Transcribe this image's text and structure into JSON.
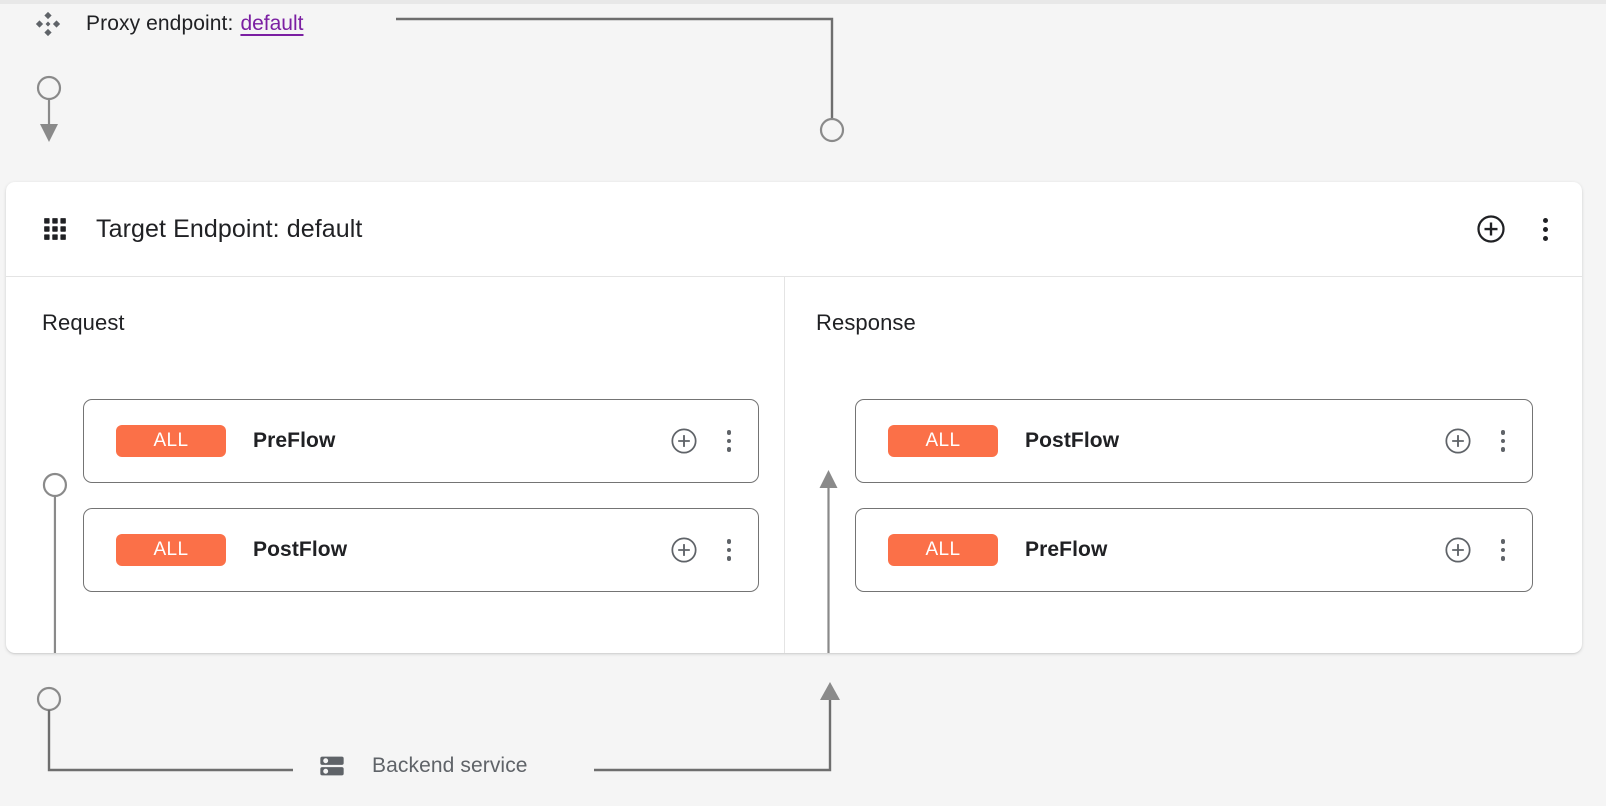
{
  "colors": {
    "canvas_bg": "#f5f5f5",
    "panel_bg": "#ffffff",
    "badge_orange": "#fb7048",
    "link_purple": "#7b1fa2",
    "wire_gray": "#6e6e6e",
    "text_primary": "#202124",
    "text_muted": "#5f6368"
  },
  "proxy": {
    "icon": "proxy-endpoint-icon",
    "label": "Proxy endpoint:",
    "value": "default"
  },
  "target_panel": {
    "icon": "apps-grid-icon",
    "title": "Target Endpoint: default",
    "actions": [
      {
        "name": "add-circle-icon",
        "label": "Add"
      },
      {
        "name": "more-vert-icon",
        "label": "More options"
      }
    ]
  },
  "flows": {
    "request": {
      "title": "Request",
      "cards": [
        {
          "badge": "ALL",
          "name": "PreFlow",
          "add": "add-circle-icon",
          "menu": "more-vert-icon"
        },
        {
          "badge": "ALL",
          "name": "PostFlow",
          "add": "add-circle-icon",
          "menu": "more-vert-icon"
        }
      ]
    },
    "response": {
      "title": "Response",
      "cards": [
        {
          "badge": "ALL",
          "name": "PostFlow",
          "add": "add-circle-icon",
          "menu": "more-vert-icon"
        },
        {
          "badge": "ALL",
          "name": "PreFlow",
          "add": "add-circle-icon",
          "menu": "more-vert-icon"
        }
      ]
    }
  },
  "backend": {
    "icon": "storage-server-icon",
    "label": "Backend service"
  }
}
